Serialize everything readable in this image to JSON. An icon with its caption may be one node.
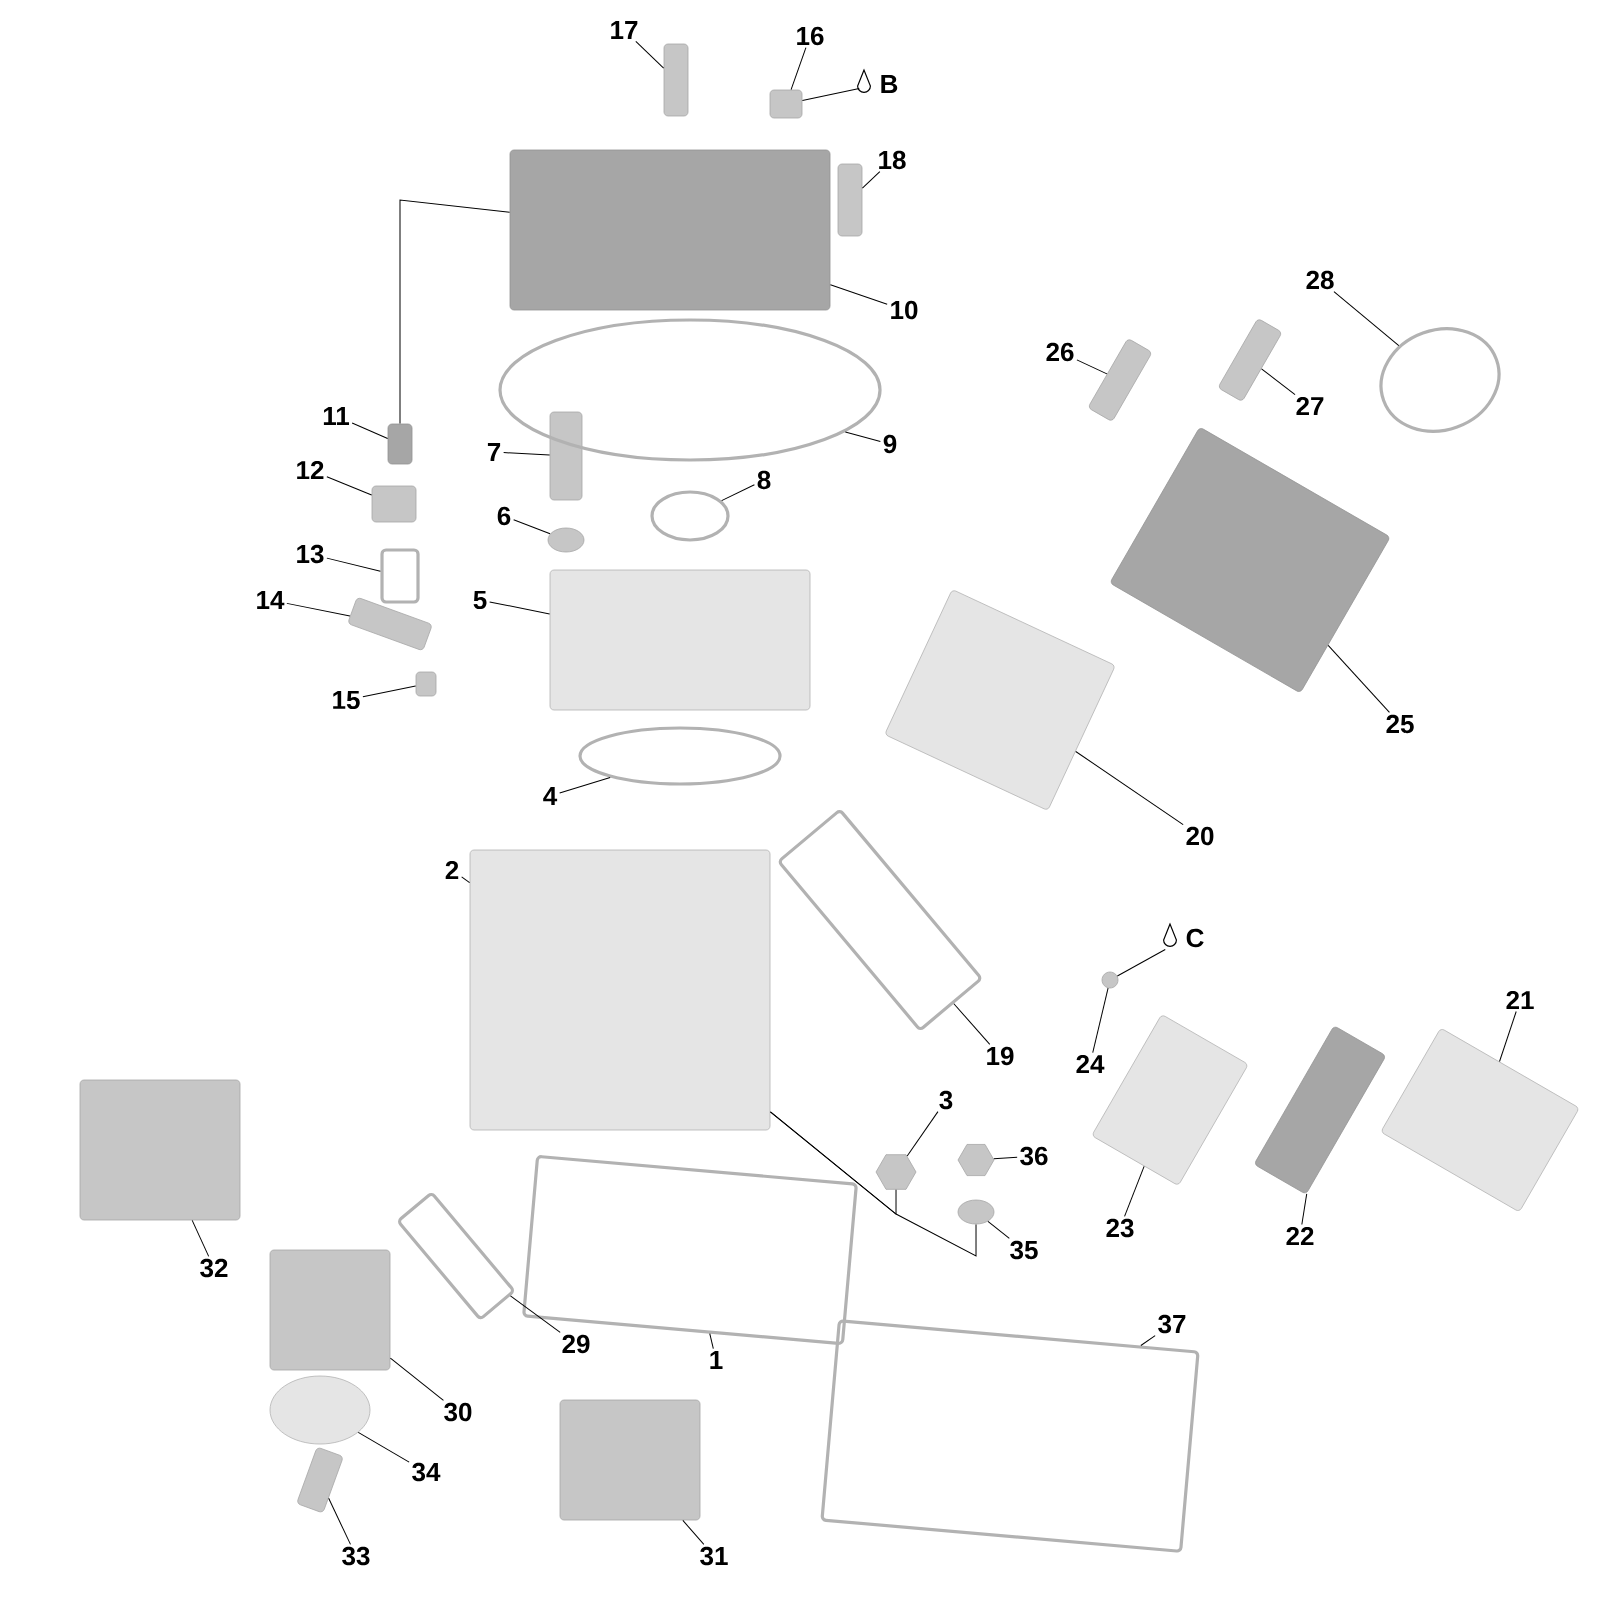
{
  "diagram": {
    "nodes": [
      {
        "text": [
          "1"
        ]
      },
      {
        "text": [
          "2"
        ]
      },
      {
        "text": [
          "3"
        ]
      },
      {
        "text": [
          "4"
        ]
      },
      {
        "text": [
          "5"
        ]
      },
      {
        "text": [
          "6"
        ]
      },
      {
        "text": [
          "7"
        ]
      },
      {
        "text": [
          "8"
        ]
      },
      {
        "text": [
          "9"
        ]
      },
      {
        "text": [
          "10"
        ]
      },
      {
        "text": [
          "11"
        ]
      },
      {
        "text": [
          "12"
        ]
      },
      {
        "text": [
          "13"
        ]
      },
      {
        "text": [
          "14"
        ]
      },
      {
        "text": [
          "15"
        ]
      },
      {
        "text": [
          "16"
        ]
      },
      {
        "text": [
          "17"
        ]
      },
      {
        "text": [
          "18"
        ]
      },
      {
        "text": [
          "19"
        ]
      },
      {
        "text": [
          "20"
        ]
      },
      {
        "text": [
          "21"
        ]
      },
      {
        "text": [
          "22"
        ]
      },
      {
        "text": [
          "23"
        ]
      },
      {
        "text": [
          "24"
        ]
      },
      {
        "text": [
          "25"
        ]
      },
      {
        "text": [
          "26"
        ]
      },
      {
        "text": [
          "27"
        ]
      },
      {
        "text": [
          "28"
        ]
      },
      {
        "text": [
          "29"
        ]
      },
      {
        "text": [
          "30"
        ]
      },
      {
        "text": [
          "31"
        ]
      },
      {
        "text": [
          "32"
        ]
      },
      {
        "text": [
          "33"
        ]
      },
      {
        "text": [
          "34"
        ]
      },
      {
        "text": [
          "35"
        ]
      },
      {
        "text": [
          "36"
        ]
      },
      {
        "text": [
          "37"
        ]
      },
      {
        "text": [
          "B"
        ]
      },
      {
        "text": [
          "C"
        ]
      },
      {
        "text": [],
        "shape": "box"
      },
      {
        "text": [],
        "shape": "box"
      },
      {
        "text": [],
        "shape": "hexagon"
      },
      {
        "text": [],
        "shape": "circle"
      },
      {
        "text": [],
        "shape": "box"
      },
      {
        "text": [],
        "shape": "circle"
      },
      {
        "text": [],
        "shape": "box"
      },
      {
        "text": [],
        "shape": "circle"
      },
      {
        "text": [],
        "shape": "circle"
      },
      {
        "text": [],
        "shape": "box"
      },
      {
        "text": [],
        "shape": "box"
      },
      {
        "text": [],
        "shape": "box"
      },
      {
        "text": [],
        "shape": "box"
      },
      {
        "text": [],
        "shape": "box"
      },
      {
        "text": [],
        "shape": "box"
      },
      {
        "text": [],
        "shape": "box"
      },
      {
        "text": [],
        "shape": "box"
      },
      {
        "text": [],
        "shape": "box"
      },
      {
        "text": [],
        "shape": "box"
      },
      {
        "text": [],
        "shape": "box"
      },
      {
        "text": [],
        "shape": "box"
      },
      {
        "text": [],
        "shape": "box"
      },
      {
        "text": [],
        "shape": "box"
      },
      {
        "text": [],
        "shape": "circle"
      },
      {
        "text": [],
        "shape": "box"
      },
      {
        "text": [],
        "shape": "box"
      },
      {
        "text": [],
        "shape": "box"
      },
      {
        "text": [],
        "shape": "circle"
      },
      {
        "text": [],
        "shape": "box"
      },
      {
        "text": [],
        "shape": "box"
      },
      {
        "text": [],
        "shape": "box"
      },
      {
        "text": [],
        "shape": "box"
      },
      {
        "text": [],
        "shape": "box"
      },
      {
        "text": [],
        "shape": "circle"
      },
      {
        "text": [],
        "shape": "circle"
      },
      {
        "text": [],
        "shape": "hexagon"
      },
      {
        "text": [],
        "shape": "box"
      }
    ],
    "edges": [
      {
        "from": 0,
        "to": 39,
        "arrow": "none"
      },
      {
        "from": 1,
        "to": 40,
        "arrow": "none"
      },
      {
        "from": 2,
        "to": 41,
        "arrow": "none"
      },
      {
        "from": 3,
        "to": 42,
        "arrow": "none"
      },
      {
        "from": 4,
        "to": 43,
        "arrow": "none"
      },
      {
        "from": 5,
        "to": 44,
        "arrow": "none"
      },
      {
        "from": 6,
        "to": 45,
        "arrow": "none"
      },
      {
        "from": 7,
        "to": 46,
        "arrow": "none"
      },
      {
        "from": 8,
        "to": 47,
        "arrow": "none"
      },
      {
        "from": 9,
        "to": 48,
        "arrow": "none"
      },
      {
        "from": 10,
        "to": 49,
        "arrow": "none"
      },
      {
        "from": 11,
        "to": 50,
        "arrow": "none"
      },
      {
        "from": 12,
        "to": 51,
        "arrow": "none"
      },
      {
        "from": 13,
        "to": 52,
        "arrow": "none"
      },
      {
        "from": 14,
        "to": 53,
        "arrow": "none"
      },
      {
        "from": 15,
        "to": 54,
        "arrow": "none"
      },
      {
        "from": 16,
        "to": 55,
        "arrow": "none"
      },
      {
        "from": 17,
        "to": 56,
        "arrow": "none"
      },
      {
        "from": 18,
        "to": 57,
        "arrow": "none"
      },
      {
        "from": 19,
        "to": 58,
        "arrow": "none"
      },
      {
        "from": 20,
        "to": 59,
        "arrow": "none"
      },
      {
        "from": 21,
        "to": 60,
        "arrow": "none"
      },
      {
        "from": 22,
        "to": 61,
        "arrow": "none"
      },
      {
        "from": 23,
        "to": 62,
        "arrow": "none"
      },
      {
        "from": 24,
        "to": 63,
        "arrow": "none"
      },
      {
        "from": 25,
        "to": 64,
        "arrow": "none"
      },
      {
        "from": 26,
        "to": 65,
        "arrow": "none"
      },
      {
        "from": 27,
        "to": 66,
        "arrow": "none"
      },
      {
        "from": 28,
        "to": 67,
        "arrow": "none"
      },
      {
        "from": 29,
        "to": 68,
        "arrow": "none"
      },
      {
        "from": 30,
        "to": 69,
        "arrow": "none"
      },
      {
        "from": 31,
        "to": 70,
        "arrow": "none"
      },
      {
        "from": 32,
        "to": 71,
        "arrow": "none"
      },
      {
        "from": 33,
        "to": 72,
        "arrow": "none"
      },
      {
        "from": 34,
        "to": 73,
        "arrow": "none"
      },
      {
        "from": 35,
        "to": 74,
        "arrow": "none"
      },
      {
        "from": 36,
        "to": 75,
        "arrow": "none"
      },
      {
        "from": 37,
        "to": 54,
        "arrow": "none"
      },
      {
        "from": 38,
        "to": 62,
        "arrow": "none"
      },
      {
        "from": 49,
        "to": 48,
        "arrow": "none"
      },
      {
        "from": 41,
        "to": 40,
        "arrow": "none"
      },
      {
        "from": 73,
        "to": 40,
        "arrow": "none"
      }
    ]
  }
}
